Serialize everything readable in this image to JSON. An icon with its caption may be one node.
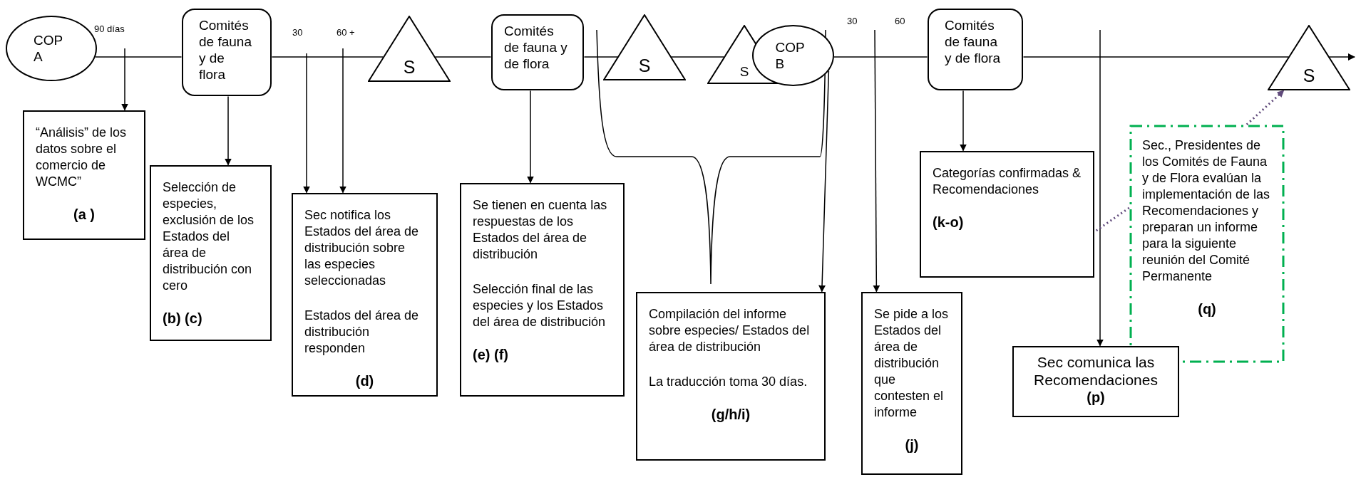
{
  "diagram": {
    "nodes": [
      {
        "text": [
          "COP A"
        ]
      },
      {
        "text": [
          "Comités de fauna y de flora"
        ]
      },
      {
        "text": [
          "“Análisis” de los datos sobre el comercio de WCMC”",
          "(a )"
        ]
      },
      {
        "text": [
          "Selección de especies, exclusión de los Estados del área de distribución con cero",
          "(b) (c)"
        ]
      },
      {
        "text": [
          "Sec notifica los Estados del área de distribución sobre las especies seleccionadas",
          "Estados del área de distribución responden",
          "(d)"
        ]
      },
      {
        "text": [
          "S"
        ]
      },
      {
        "text": [
          "Comités de fauna y de flora"
        ]
      },
      {
        "text": [
          "Se tienen en cuenta las respuestas de los Estados del área de distribución",
          "Selección final de las especies y los Estados del área de distribución",
          "(e) (f)"
        ]
      },
      {
        "text": [
          "S"
        ]
      },
      {
        "text": [
          "Compilación del informe sobre especies/ Estados del área de distribución",
          "La traducción toma 30 días.",
          "(g/h/i)"
        ]
      },
      {
        "text": [
          "S"
        ]
      },
      {
        "text": [
          "COP B"
        ]
      },
      {
        "text": [
          "Se pide a los Estados del área de distribución que contesten el informe",
          "(j)"
        ]
      },
      {
        "text": [
          "Comités de fauna y de flora"
        ]
      },
      {
        "text": [
          "Categorías confirmadas & Recomendaciones",
          "(k-o)"
        ]
      },
      {
        "text": [
          "Sec comunica las Recomendaciones",
          "(p)"
        ]
      },
      {
        "text": [
          "Sec., Presidentes de los Comités de Fauna y de Flora evalúan la implementación de las Recomendaciones y preparan un informe para la siguiente reunión del Comité Permanente",
          "(q)"
        ]
      },
      {
        "text": [
          "S"
        ]
      }
    ],
    "edges": [
      {
        "from": 0,
        "to": 1,
        "arrow": "none"
      },
      {
        "from": 1,
        "to": 5,
        "arrow": "none"
      },
      {
        "from": 5,
        "to": 6,
        "arrow": "none"
      },
      {
        "from": 6,
        "to": 8,
        "arrow": "none"
      },
      {
        "from": 8,
        "to": 10,
        "arrow": "none"
      },
      {
        "from": 11,
        "to": 13,
        "arrow": "none"
      },
      {
        "from": 13,
        "to": 17,
        "arrow": "none"
      },
      {
        "from": 17,
        "to": null,
        "arrow": "to"
      },
      {
        "from": null,
        "to": 2,
        "arrow": "to"
      },
      {
        "from": 1,
        "to": 3,
        "arrow": "to"
      },
      {
        "from": null,
        "to": 4,
        "arrow": "to"
      },
      {
        "from": null,
        "to": 4,
        "arrow": "to"
      },
      {
        "from": 6,
        "to": 7,
        "arrow": "to"
      },
      {
        "from": 11,
        "to": 9,
        "arrow": "to"
      },
      {
        "from": null,
        "to": 12,
        "arrow": "to"
      },
      {
        "from": 13,
        "to": 14,
        "arrow": "to"
      },
      {
        "from": null,
        "to": 15,
        "arrow": "to"
      },
      {
        "from": 16,
        "to": 17,
        "arrow": "to",
        "style": "dashed",
        "color": "#604a7b"
      },
      {
        "from": 16,
        "to": 14,
        "arrow": "none",
        "style": "dashed",
        "color": "#604a7b"
      }
    ],
    "labels": [
      "90 días",
      "30",
      "60 +",
      "30",
      "60"
    ]
  }
}
